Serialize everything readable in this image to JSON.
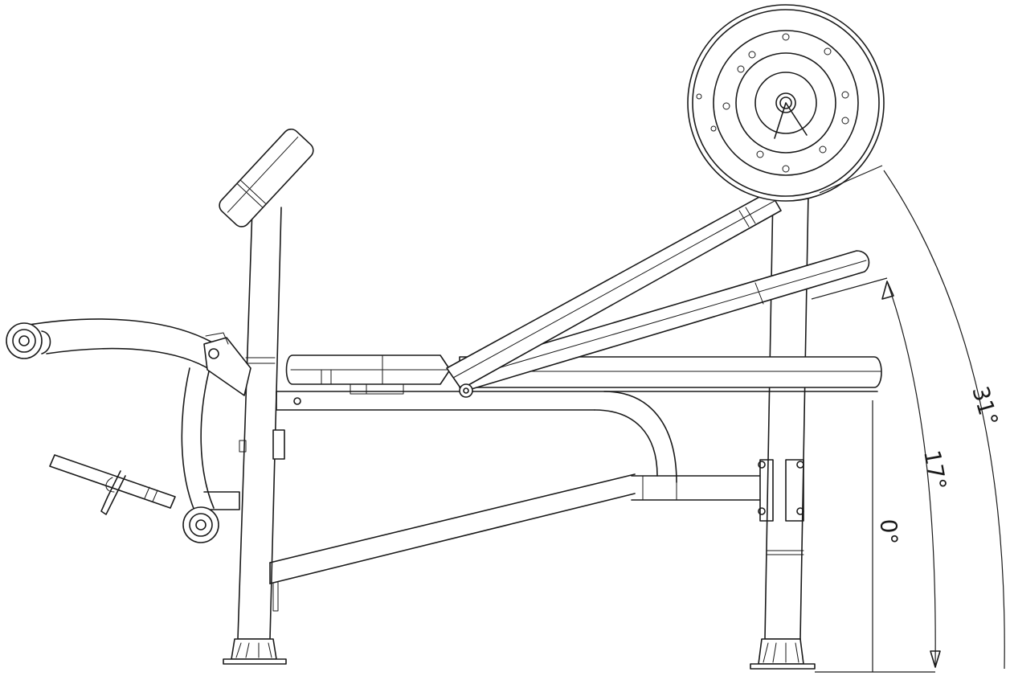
{
  "angle_labels": {
    "outer": "31°",
    "middle": "17°",
    "flat": "0°"
  }
}
